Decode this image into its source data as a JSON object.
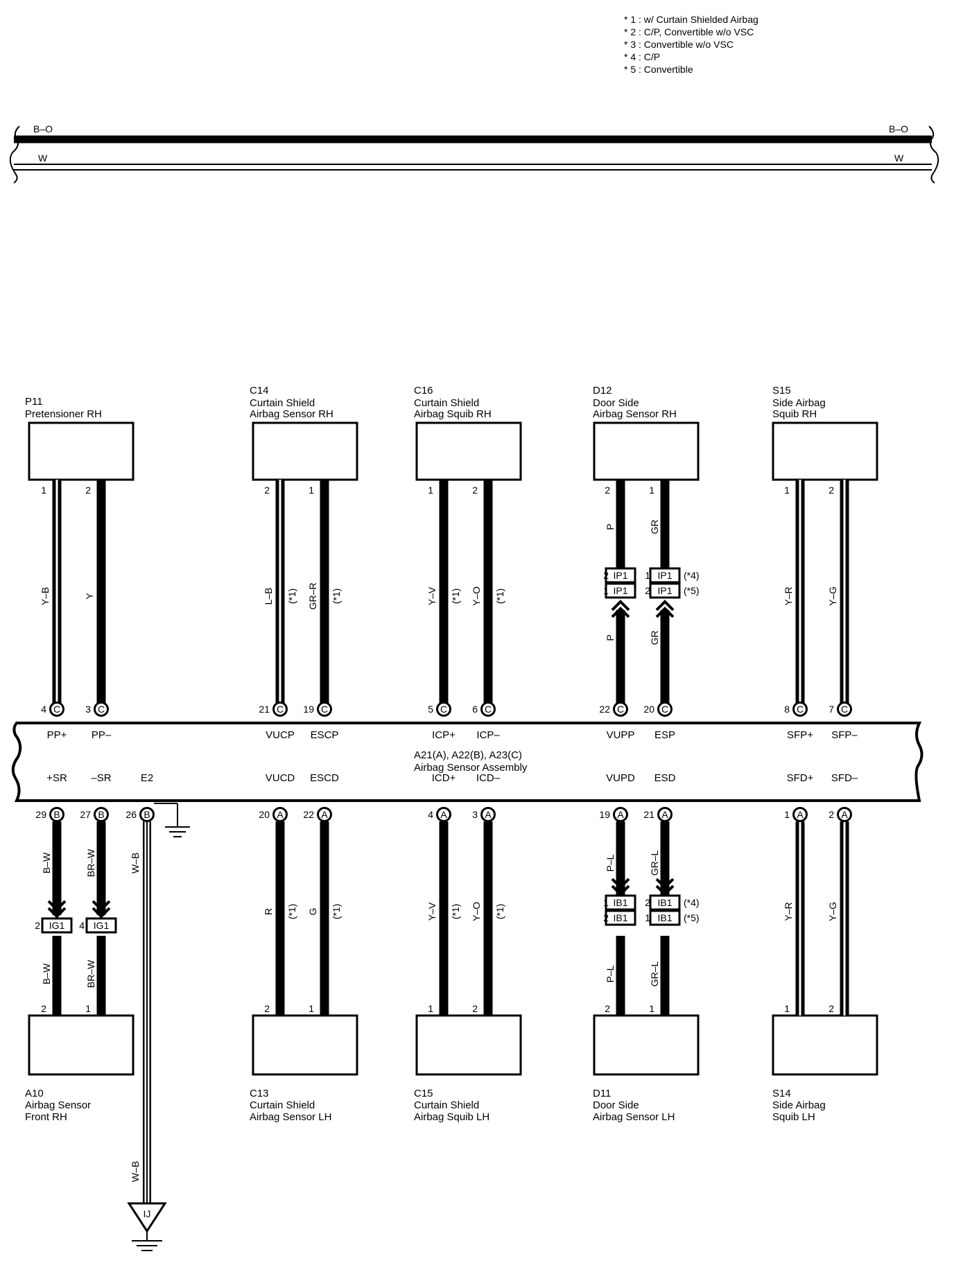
{
  "notes": [
    "* 1 : w/ Curtain Shielded Airbag",
    "* 2 : C/P, Convertible w/o VSC",
    "* 3 : Convertible w/o VSC",
    "* 4 : C/P",
    "* 5 : Convertible"
  ],
  "bus_lines": [
    {
      "color": "B–O"
    },
    {
      "color": "W"
    }
  ],
  "ecu": {
    "title1": "A21(A), A22(B), A23(C)",
    "title2": "Airbag Sensor Assembly"
  },
  "top_components": [
    {
      "code": "P11",
      "lines": [
        "Pretensioner RH"
      ]
    },
    {
      "code": "C14",
      "lines": [
        "Curtain Shield",
        "Airbag Sensor RH"
      ]
    },
    {
      "code": "C16",
      "lines": [
        "Curtain Shield",
        "Airbag Squib RH"
      ]
    },
    {
      "code": "D12",
      "lines": [
        "Door Side",
        "Airbag Sensor RH"
      ]
    },
    {
      "code": "S15",
      "lines": [
        "Side Airbag",
        "Squib RH"
      ]
    }
  ],
  "bottom_components": [
    {
      "code": "A10",
      "lines": [
        "Airbag Sensor",
        "Front RH"
      ]
    },
    {
      "code": "C13",
      "lines": [
        "Curtain Shield",
        "Airbag Sensor LH"
      ]
    },
    {
      "code": "C15",
      "lines": [
        "Curtain Shield",
        "Airbag Squib LH"
      ]
    },
    {
      "code": "D11",
      "lines": [
        "Door Side",
        "Airbag Sensor LH"
      ]
    },
    {
      "code": "S14",
      "lines": [
        "Side Airbag",
        "Squib LH"
      ]
    }
  ],
  "top_wires": [
    {
      "cpin": "1",
      "epin": "4",
      "conn": "C",
      "signal": "PP+",
      "color": "Y–B",
      "note": ""
    },
    {
      "cpin": "2",
      "epin": "3",
      "conn": "C",
      "signal": "PP–",
      "color": "Y",
      "note": ""
    },
    {
      "cpin": "2",
      "epin": "21",
      "conn": "C",
      "signal": "VUCP",
      "color": "L–B",
      "note": "(*1)"
    },
    {
      "cpin": "1",
      "epin": "19",
      "conn": "C",
      "signal": "ESCP",
      "color": "GR–R",
      "note": "(*1)"
    },
    {
      "cpin": "1",
      "epin": "5",
      "conn": "C",
      "signal": "ICP+",
      "color": "Y–V",
      "note": "(*1)"
    },
    {
      "cpin": "2",
      "epin": "6",
      "conn": "C",
      "signal": "ICP–",
      "color": "Y–O",
      "note": "(*1)"
    },
    {
      "cpin": "2",
      "epin": "22",
      "conn": "C",
      "signal": "VUPP",
      "color": "P",
      "note": ""
    },
    {
      "cpin": "1",
      "epin": "20",
      "conn": "C",
      "signal": "ESP",
      "color": "GR",
      "note": ""
    },
    {
      "cpin": "1",
      "epin": "8",
      "conn": "C",
      "signal": "SFP+",
      "color": "Y–R",
      "note": ""
    },
    {
      "cpin": "2",
      "epin": "7",
      "conn": "C",
      "signal": "SFP–",
      "color": "Y–G",
      "note": ""
    }
  ],
  "bottom_wires": [
    {
      "epin": "29",
      "conn": "B",
      "signal": "+SR",
      "color": "B–W",
      "cpin": "2",
      "note": ""
    },
    {
      "epin": "27",
      "conn": "B",
      "signal": "–SR",
      "color": "BR–W",
      "cpin": "1",
      "note": ""
    },
    {
      "epin": "26",
      "conn": "B",
      "signal": "E2",
      "color": "W–B",
      "cpin": "",
      "note": ""
    },
    {
      "epin": "20",
      "conn": "A",
      "signal": "VUCD",
      "color": "R",
      "cpin": "2",
      "note": "(*1)"
    },
    {
      "epin": "22",
      "conn": "A",
      "signal": "ESCD",
      "color": "G",
      "cpin": "1",
      "note": "(*1)"
    },
    {
      "epin": "4",
      "conn": "A",
      "signal": "ICD+",
      "color": "Y–V",
      "cpin": "1",
      "note": "(*1)"
    },
    {
      "epin": "3",
      "conn": "A",
      "signal": "ICD–",
      "color": "Y–O",
      "cpin": "2",
      "note": "(*1)"
    },
    {
      "epin": "19",
      "conn": "A",
      "signal": "VUPD",
      "color": "P–L",
      "cpin": "2",
      "note": ""
    },
    {
      "epin": "21",
      "conn": "A",
      "signal": "ESD",
      "color": "GR–L",
      "cpin": "1",
      "note": ""
    },
    {
      "epin": "1",
      "conn": "A",
      "signal": "SFD+",
      "color": "Y–R",
      "cpin": "1",
      "note": ""
    },
    {
      "epin": "2",
      "conn": "A",
      "signal": "SFD–",
      "color": "Y–G",
      "cpin": "2",
      "note": ""
    }
  ],
  "inline_connectors": {
    "ip1": {
      "name": "IP1",
      "rows": [
        {
          "left_pin": "2",
          "right_pin": "1",
          "note": "(*4)"
        },
        {
          "left_pin": "1",
          "right_pin": "2",
          "note": "(*5)"
        }
      ]
    },
    "ib1": {
      "name": "IB1",
      "rows": [
        {
          "left_pin": "1",
          "right_pin": "2",
          "note": "(*4)"
        },
        {
          "left_pin": "2",
          "right_pin": "1",
          "note": "(*5)"
        }
      ]
    },
    "ig1": {
      "name": "IG1",
      "left_pin": "2",
      "right_pin": "4"
    }
  },
  "ground": {
    "label": "IJ",
    "wire_color": "W–B"
  }
}
